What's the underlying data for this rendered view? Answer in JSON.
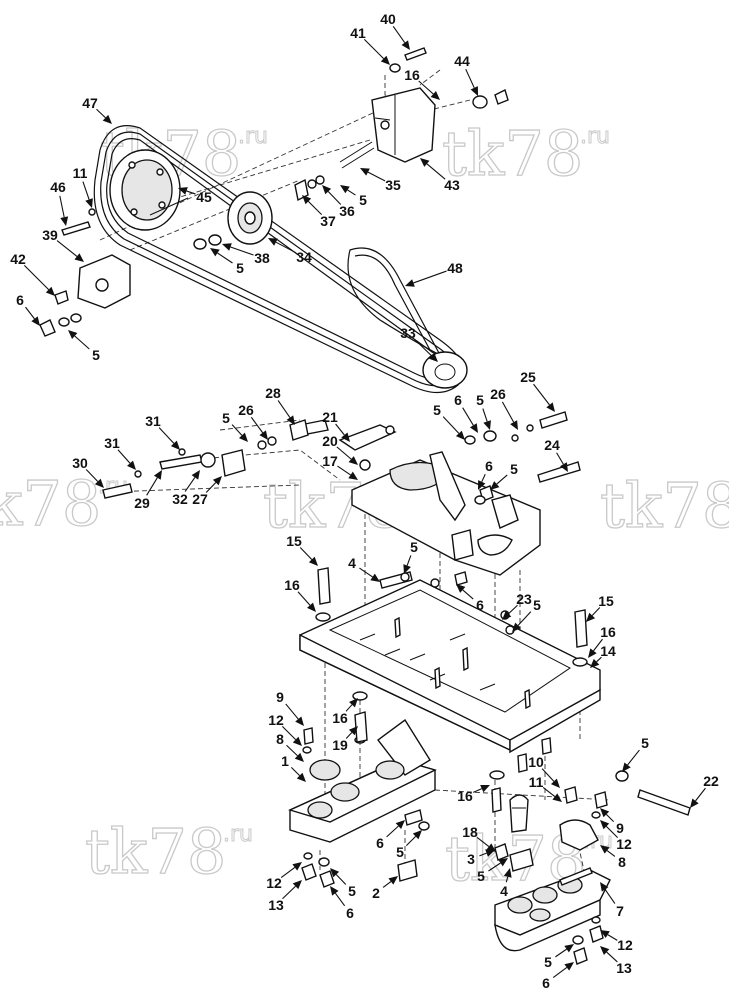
{
  "watermarks": [
    {
      "text": "tk78",
      "suffix": ".ru"
    },
    {
      "text": "tk78",
      "suffix": ".ru"
    },
    {
      "text": "tk78",
      "suffix": ".ru"
    },
    {
      "text": "tk78",
      "suffix": ".ru"
    },
    {
      "text": "tk78",
      "suffix": ".ru"
    },
    {
      "text": "tk78",
      "suffix": ".ru"
    },
    {
      "text": "tk78",
      "suffix": ".ru"
    }
  ],
  "callouts": [
    {
      "label": "40"
    },
    {
      "label": "41"
    },
    {
      "label": "44"
    },
    {
      "label": "16"
    },
    {
      "label": "47"
    },
    {
      "label": "43"
    },
    {
      "label": "11"
    },
    {
      "label": "45"
    },
    {
      "label": "46"
    },
    {
      "label": "35"
    },
    {
      "label": "5"
    },
    {
      "label": "36"
    },
    {
      "label": "37"
    },
    {
      "label": "39"
    },
    {
      "label": "34"
    },
    {
      "label": "38"
    },
    {
      "label": "5"
    },
    {
      "label": "48"
    },
    {
      "label": "42"
    },
    {
      "label": "6"
    },
    {
      "label": "33"
    },
    {
      "label": "5"
    },
    {
      "label": "28"
    },
    {
      "label": "25"
    },
    {
      "label": "26"
    },
    {
      "label": "5"
    },
    {
      "label": "26"
    },
    {
      "label": "31"
    },
    {
      "label": "5"
    },
    {
      "label": "6"
    },
    {
      "label": "5"
    },
    {
      "label": "21"
    },
    {
      "label": "20"
    },
    {
      "label": "24"
    },
    {
      "label": "31"
    },
    {
      "label": "17"
    },
    {
      "label": "6"
    },
    {
      "label": "5"
    },
    {
      "label": "30"
    },
    {
      "label": "29"
    },
    {
      "label": "32"
    },
    {
      "label": "27"
    },
    {
      "label": "15"
    },
    {
      "label": "5"
    },
    {
      "label": "4"
    },
    {
      "label": "16"
    },
    {
      "label": "6"
    },
    {
      "label": "23"
    },
    {
      "label": "5"
    },
    {
      "label": "15"
    },
    {
      "label": "16"
    },
    {
      "label": "14"
    },
    {
      "label": "9"
    },
    {
      "label": "16"
    },
    {
      "label": "12"
    },
    {
      "label": "19"
    },
    {
      "label": "8"
    },
    {
      "label": "1"
    },
    {
      "label": "5"
    },
    {
      "label": "10"
    },
    {
      "label": "22"
    },
    {
      "label": "16"
    },
    {
      "label": "11"
    },
    {
      "label": "9"
    },
    {
      "label": "12"
    },
    {
      "label": "18"
    },
    {
      "label": "6"
    },
    {
      "label": "5"
    },
    {
      "label": "3"
    },
    {
      "label": "8"
    },
    {
      "label": "5"
    },
    {
      "label": "4"
    },
    {
      "label": "12"
    },
    {
      "label": "13"
    },
    {
      "label": "5"
    },
    {
      "label": "6"
    },
    {
      "label": "2"
    },
    {
      "label": "7"
    },
    {
      "label": "12"
    },
    {
      "label": "5"
    },
    {
      "label": "13"
    },
    {
      "label": "6"
    }
  ]
}
